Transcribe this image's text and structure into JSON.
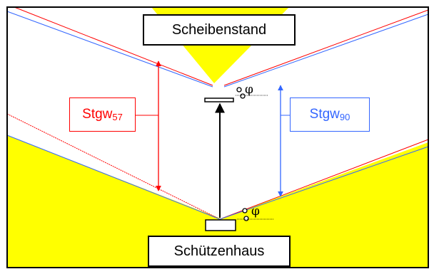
{
  "top_label": "Scheibenstand",
  "bottom_label": "Schützenhaus",
  "stgw57": {
    "base": "Stgw",
    "sub": "57"
  },
  "stgw90": {
    "base": "Stgw",
    "sub": "90"
  },
  "phi_symbol": "φ",
  "colors": {
    "frame_border": "#000000",
    "fill_zone": "#ffff00",
    "red": "#ff0000",
    "blue": "#3366ff",
    "arrow": "#000000"
  }
}
